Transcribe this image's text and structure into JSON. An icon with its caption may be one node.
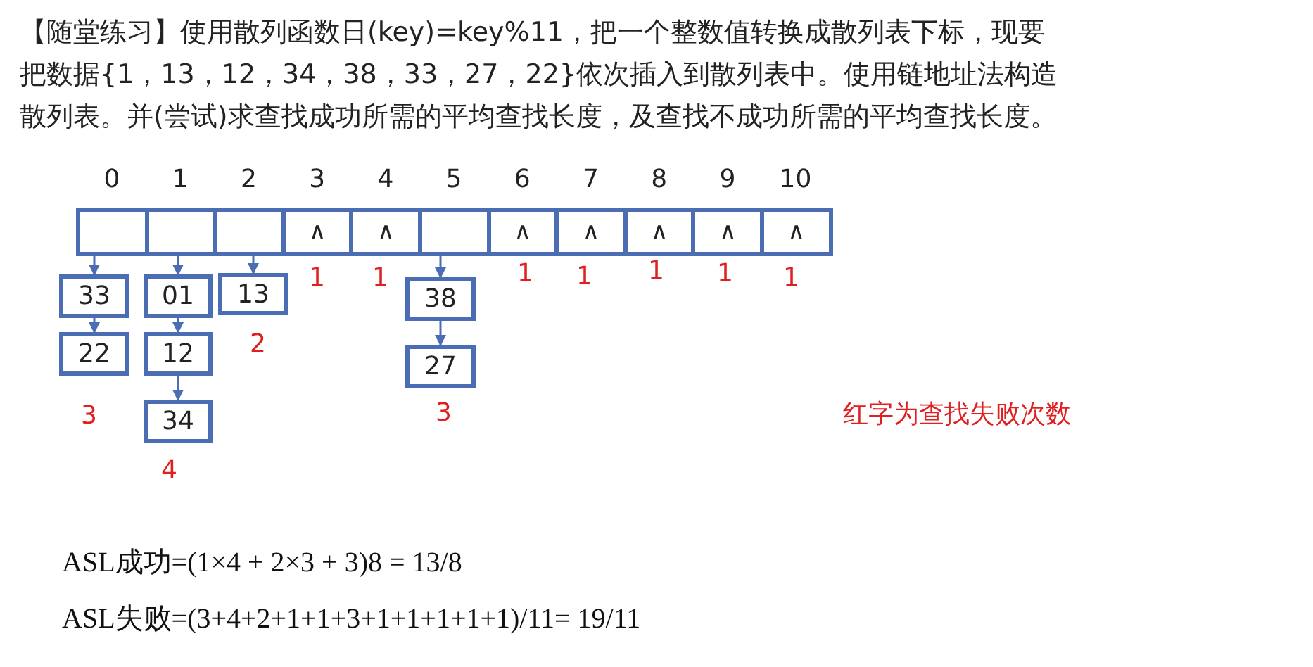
{
  "diagram": {
    "title": "【随堂练习】使用散列函数日(key)=key%11，把一个整数值转换成散列表下标，现要把数据{1，13，12，34，38，33，27，22}依次插入到散列表中。使用链地址法构造散列表。并(尝试)求查找成功所需的平均查找长度，及查找不成功所需的平均查找长度。",
    "nodes": [
      {
        "text": [],
        "shape": "box"
      },
      {
        "text": [],
        "shape": "box"
      },
      {
        "text": [],
        "shape": "box"
      },
      {
        "text": [
          "∧"
        ]
      },
      {
        "text": [
          "∧"
        ]
      },
      {
        "text": [],
        "shape": "box"
      },
      {
        "text": [
          "∧"
        ]
      },
      {
        "text": [
          "∧"
        ]
      },
      {
        "text": [
          "∧"
        ]
      },
      {
        "text": [
          "∧"
        ]
      },
      {
        "text": [
          "∧"
        ]
      },
      {
        "text": [
          "33"
        ]
      },
      {
        "text": [
          "01"
        ]
      },
      {
        "text": [
          "13"
        ]
      },
      {
        "text": [
          "38"
        ]
      },
      {
        "text": [
          "22"
        ]
      },
      {
        "text": [
          "12"
        ]
      },
      {
        "text": [
          "27"
        ]
      },
      {
        "text": [
          "34"
        ]
      }
    ],
    "edges": [
      {
        "from": 0,
        "to": 11,
        "arrow": "to"
      },
      {
        "from": 11,
        "to": 15,
        "arrow": "to"
      },
      {
        "from": 1,
        "to": 12,
        "arrow": "to"
      },
      {
        "from": 12,
        "to": 16,
        "arrow": "to"
      },
      {
        "from": 16,
        "to": 18,
        "arrow": "to"
      },
      {
        "from": 2,
        "to": 13,
        "arrow": "to"
      },
      {
        "from": 5,
        "to": 14,
        "arrow": "to"
      },
      {
        "from": 14,
        "to": 17,
        "arrow": "to"
      }
    ],
    "labels": [
      "0",
      "1",
      "2",
      "3",
      "4",
      "5",
      "6",
      "7",
      "8",
      "9",
      "10",
      "1",
      "1",
      "1",
      "1",
      "1",
      "1",
      "1",
      "2",
      "3",
      "3",
      "红字为查找失败次数",
      "4",
      "ASL成功=(1×4 + 2×3 + 3)8 = 13/8",
      "ASL失败=(3+4+2+1+1+3+1+1+1+1+1)/11= 19/11"
    ]
  }
}
